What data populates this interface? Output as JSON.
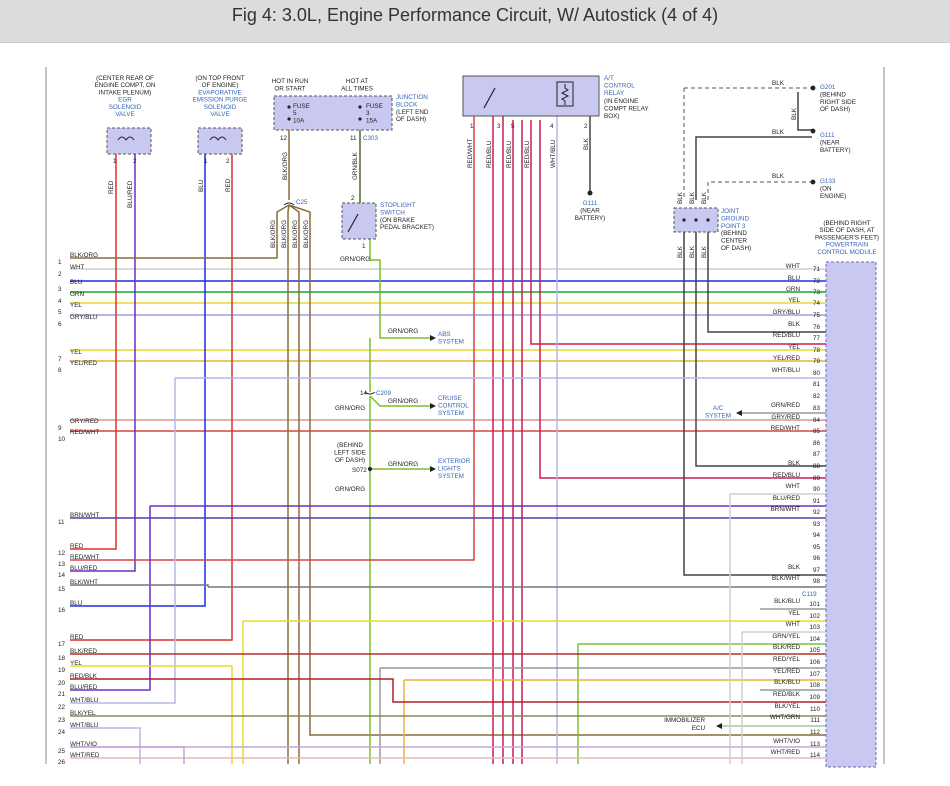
{
  "title": "Fig 4: 3.0L, Engine Performance Circuit, W/ Autostick (4 of 4)",
  "colors": {
    "BLK/ORG": "#8a6d3b",
    "WHT": "#cfcfcf",
    "BLU": "#1f2be0",
    "GRN": "#1ea32a",
    "YEL": "#e6dc2a",
    "GRY/BLU": "#9ea0d8",
    "YEL/RED": "#e9b23c",
    "GRY/RED": "#d59a9a",
    "RED/WHT": "#d64646",
    "BRN/WHT": "#5c3aa6",
    "RED": "#d6352a",
    "BLU/RED": "#6d2fc2",
    "BLK/WHT": "#777777",
    "BLK/RED": "#b0302a",
    "RED/BLK": "#b02020",
    "WHT/BLU": "#b7b7e8",
    "BLK/YEL": "#888855",
    "WHT/VIO": "#c7a3d8",
    "WHT/RED": "#e9b9b9",
    "GRN/ORG": "#7cbf2a",
    "GRN/BLK": "#4b6b2a",
    "RED/BLU": "#c81e55",
    "BLK": "#444444",
    "ORG": "#e98a2a",
    "GRN/YEL": "#78c238",
    "WHT/GRN": "#a0c8a0"
  },
  "components": {
    "egr": [
      "(CENTER REAR OF",
      "ENGINE COMPT, ON",
      "INTAKE PLENUM)",
      "EGR",
      "SOLENOID",
      "VALVE"
    ],
    "evap": [
      "(ON TOP FRONT",
      "OF ENGINE)",
      "EVAPORATIVE",
      "EMISSION PURGE",
      "SOLENOID",
      "VALVE"
    ],
    "hot_run": [
      "HOT IN RUN",
      "OR START"
    ],
    "hot_all": [
      "HOT AT",
      "ALL TIMES"
    ],
    "junction": [
      "JUNCTION",
      "BLOCK",
      "(LEFT END",
      "OF DASH)"
    ],
    "fuse5": [
      "FUSE",
      "5",
      "10A"
    ],
    "fuse3": [
      "FUSE",
      "3",
      "15A"
    ],
    "stoplight": [
      "STOPLIGHT",
      "SWITCH",
      "(ON BRAKE",
      "PEDAL BRACKET)"
    ],
    "at_relay": [
      "A/T",
      "CONTROL",
      "RELAY",
      "(IN ENGINE",
      "COMPT RELAY",
      "BOX)"
    ],
    "g201": [
      "G201",
      "(BEHIND",
      "RIGHT SIDE",
      "OF DASH)"
    ],
    "g111a": [
      "G111",
      "(NEAR",
      "BATTERY)"
    ],
    "g133": [
      "G133",
      "(ON",
      "ENGINE)"
    ],
    "g111b": [
      "G111",
      "(NEAR",
      "BATTERY)"
    ],
    "joint": [
      "JOINT",
      "GROUND",
      "POINT 3",
      "(BEHIND",
      "CENTER",
      "OF DASH)"
    ],
    "pcm": [
      "(BEHIND RIGHT",
      "SIDE OF DASH, AT",
      "PASSENGER'S FEET)",
      "POWERTRAIN",
      "CONTROL MODULE"
    ],
    "abs": [
      "ABS",
      "SYSTEM"
    ],
    "cruise": [
      "CRUISE",
      "CONTROL",
      "SYSTEM"
    ],
    "exterior": [
      "EXTERIOR",
      "LIGHTS",
      "SYSTEM"
    ],
    "behind_left": [
      "(BEHIND",
      "LEFT SIDE",
      "OF DASH)"
    ],
    "ac": [
      "A/C",
      "SYSTEM"
    ],
    "immob": [
      "IMMOBILIZER",
      "ECU"
    ],
    "connectors": {
      "c25": "C25",
      "c303": "C303",
      "c209": "C209",
      "s072": "S072",
      "c119": "C119"
    }
  },
  "left_rows": [
    {
      "n": "1",
      "wire": "BLK/ORG"
    },
    {
      "n": "2",
      "wire": "WHT"
    },
    {
      "n": "3",
      "wire": "BLU"
    },
    {
      "n": "4",
      "wire": "GRN"
    },
    {
      "n": "5",
      "wire": "YEL"
    },
    {
      "n": "6",
      "wire": "GRY/BLU"
    },
    {
      "n": "7",
      "wire": "YEL"
    },
    {
      "n": "8",
      "wire": "YEL/RED"
    },
    {
      "n": "9",
      "wire": "GRY/RED"
    },
    {
      "n": "10",
      "wire": "RED/WHT"
    },
    {
      "n": "11",
      "wire": "BRN/WHT"
    },
    {
      "n": "12",
      "wire": "RED"
    },
    {
      "n": "13",
      "wire": "RED/WHT"
    },
    {
      "n": "14",
      "wire": "BLU/RED"
    },
    {
      "n": "15",
      "wire": "BLK/WHT"
    },
    {
      "n": "16",
      "wire": "BLU"
    },
    {
      "n": "17",
      "wire": "RED"
    },
    {
      "n": "18",
      "wire": "BLK/RED"
    },
    {
      "n": "19",
      "wire": "YEL"
    },
    {
      "n": "20",
      "wire": "RED/BLK"
    },
    {
      "n": "21",
      "wire": "BLU/RED"
    },
    {
      "n": "22",
      "wire": "WHT/BLU"
    },
    {
      "n": "23",
      "wire": "BLK/YEL"
    },
    {
      "n": "24",
      "wire": "WHT/BLU"
    },
    {
      "n": "25",
      "wire": "WHT/VIO"
    },
    {
      "n": "26",
      "wire": "WHT/RED"
    }
  ],
  "right_rows": [
    {
      "n": "71",
      "wire": "WHT"
    },
    {
      "n": "72",
      "wire": "BLU"
    },
    {
      "n": "73",
      "wire": "GRN"
    },
    {
      "n": "74",
      "wire": "YEL"
    },
    {
      "n": "75",
      "wire": "GRY/BLU"
    },
    {
      "n": "76",
      "wire": "BLK"
    },
    {
      "n": "77",
      "wire": "RED/BLU"
    },
    {
      "n": "78",
      "wire": "YEL"
    },
    {
      "n": "79",
      "wire": "YEL/RED"
    },
    {
      "n": "80",
      "wire": "WHT/BLU"
    },
    {
      "n": "81",
      "wire": ""
    },
    {
      "n": "82",
      "wire": ""
    },
    {
      "n": "83",
      "wire": "GRN/RED"
    },
    {
      "n": "84",
      "wire": "GRY/RED"
    },
    {
      "n": "85",
      "wire": "RED/WHT"
    },
    {
      "n": "86",
      "wire": ""
    },
    {
      "n": "87",
      "wire": ""
    },
    {
      "n": "88",
      "wire": "BLK"
    },
    {
      "n": "89",
      "wire": "RED/BLU"
    },
    {
      "n": "90",
      "wire": "WHT"
    },
    {
      "n": "91",
      "wire": "BLU/RED"
    },
    {
      "n": "92",
      "wire": "BRN/WHT"
    },
    {
      "n": "93",
      "wire": ""
    },
    {
      "n": "94",
      "wire": ""
    },
    {
      "n": "95",
      "wire": ""
    },
    {
      "n": "96",
      "wire": ""
    },
    {
      "n": "97",
      "wire": "BLK"
    },
    {
      "n": "98",
      "wire": "BLK/WHT"
    },
    {
      "n": "101",
      "wire": "BLK/BLU"
    },
    {
      "n": "102",
      "wire": "YEL"
    },
    {
      "n": "103",
      "wire": "WHT"
    },
    {
      "n": "104",
      "wire": "GRN/YEL"
    },
    {
      "n": "105",
      "wire": "BLK/RED"
    },
    {
      "n": "106",
      "wire": "RED/YEL"
    },
    {
      "n": "107",
      "wire": "YEL/RED"
    },
    {
      "n": "108",
      "wire": "BLK/BLU"
    },
    {
      "n": "109",
      "wire": "RED/BLK"
    },
    {
      "n": "110",
      "wire": "BLK/YEL"
    },
    {
      "n": "111",
      "wire": "WHT/GRN"
    },
    {
      "n": "112",
      "wire": ""
    },
    {
      "n": "113",
      "wire": "WHT/VIO"
    },
    {
      "n": "114",
      "wire": "WHT/RED"
    }
  ],
  "wire_labels": {
    "egr_red": "RED",
    "egr_blured": "BLU/RED",
    "evap_blu": "BLU",
    "evap_red": "RED",
    "fuse_blkorg": "BLK/ORG",
    "fuse_grnblk": "GRN/BLK",
    "c25_1": "BLK/ORG",
    "c25_2": "BLK/ORG",
    "c25_3": "BLK/ORG",
    "c25_4": "BLK/ORG",
    "stop_grnorg": "GRN/ORG",
    "abs_grnorg": "GRN/ORG",
    "c209_grnorg": "GRN/ORG",
    "cruise_grnorg": "GRN/ORG",
    "s072_grnorg": "GRN/ORG",
    "ext_grnorg": "GRN/ORG",
    "relay_redwht": "RED/WHT",
    "relay_redblu1": "RED/BLU",
    "relay_redblu2": "RED/BLU",
    "relay_redblu3": "RED/BLU",
    "relay_whtblu": "WHT/BLU",
    "relay_blk": "BLK",
    "gnd_blk1": "BLK",
    "gnd_blk2": "BLK",
    "gnd_blk3": "BLK",
    "gnd_blk4": "BLK",
    "jgp_blk1": "BLK",
    "jgp_blk2": "BLK",
    "jgp_blk3": "BLK",
    "ac_grnred": "GRN/RED"
  },
  "pins": {
    "egr1": "1",
    "egr2": "2",
    "evap1": "1",
    "evap2": "2",
    "fuse12": "12",
    "fuse11": "11",
    "stop2": "2",
    "stop1": "1",
    "c209": "14",
    "relay1": "1",
    "relay3": "3",
    "relay5": "5",
    "relay4": "4",
    "relay2": "2"
  }
}
